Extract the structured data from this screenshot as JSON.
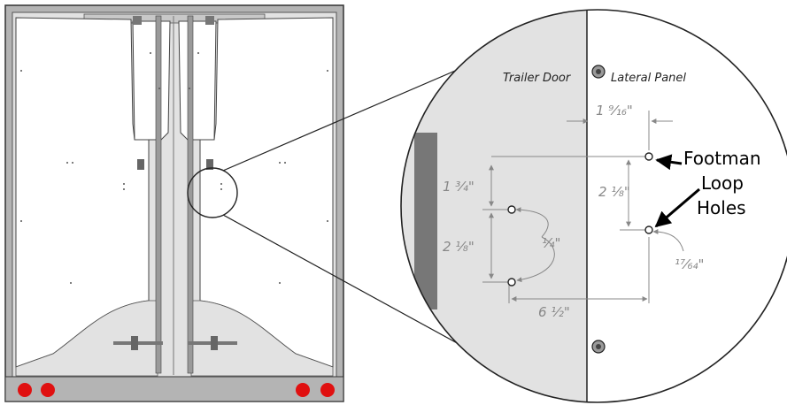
{
  "labels": {
    "trailer_door": "Trailer Door",
    "lateral_panel": "Lateral Panel",
    "callout_line1": "Footman",
    "callout_line2": "Loop",
    "callout_line3": "Holes"
  },
  "dimensions": {
    "left_vertical_top": "1 ³⁄₄\"",
    "left_vertical_bottom": "2 ¹⁄₈\"",
    "left_hole_diameter": "¹⁄₄\"",
    "bottom_horizontal": "6 ¹⁄₂\"",
    "top_right_offset": "1 ⁹⁄₁₆\"",
    "right_vertical": "2 ¹⁄₈\"",
    "right_hole_diameter": "¹⁷⁄₆₄\""
  },
  "colors": {
    "door_gray": "#e2e2e2",
    "frame_gray": "#b4b4b4",
    "dark_gray": "#777777",
    "dimension_gray": "#888888",
    "light_red": "#e01010",
    "outline": "#333333"
  }
}
